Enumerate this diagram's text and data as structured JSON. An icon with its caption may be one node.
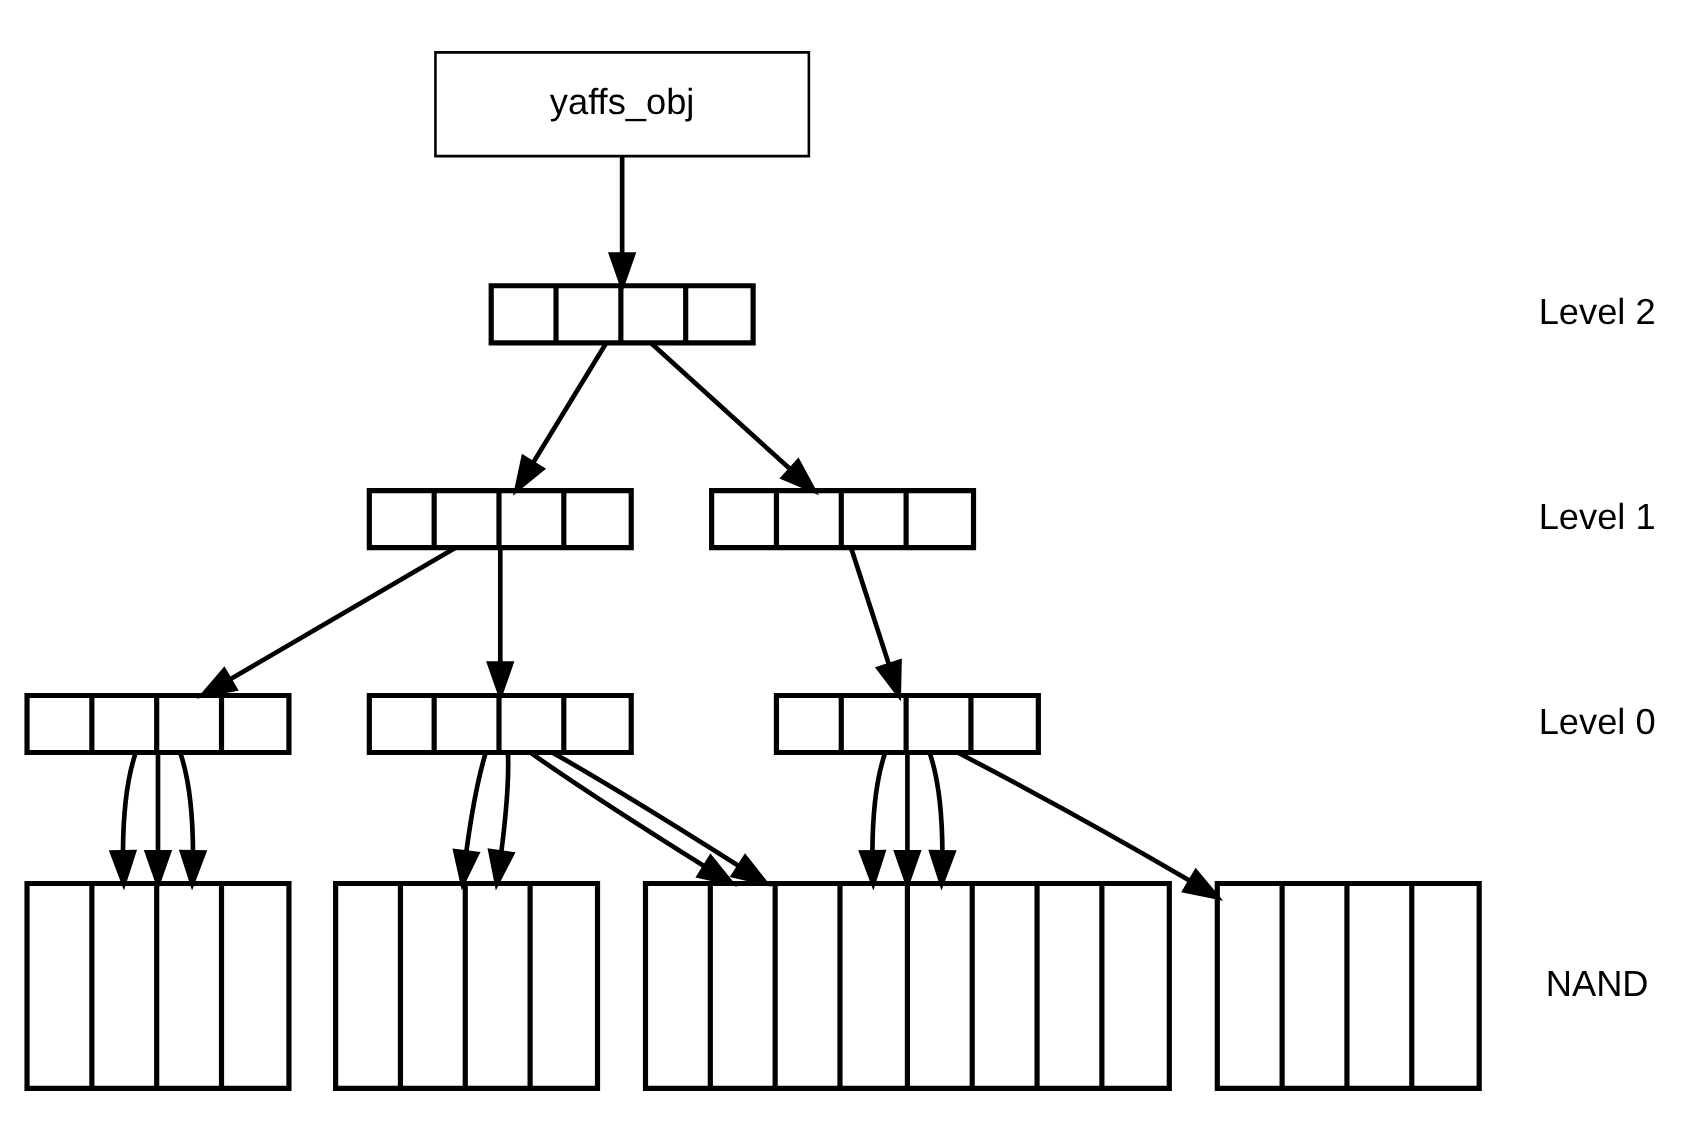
{
  "diagram": {
    "nodes": [
      {
        "text": [
          "yaffs_obj"
        ]
      },
      {
        "text": [],
        "shape": "box"
      },
      {
        "text": [],
        "shape": "box"
      },
      {
        "text": [],
        "shape": "box"
      },
      {
        "text": [],
        "shape": "box"
      },
      {
        "text": [],
        "shape": "box"
      },
      {
        "text": [],
        "shape": "box"
      },
      {
        "text": [],
        "shape": "box"
      },
      {
        "text": [],
        "shape": "box"
      },
      {
        "text": [],
        "shape": "box"
      },
      {
        "text": [],
        "shape": "box"
      }
    ],
    "edges": [
      {
        "from": 0,
        "to": 1,
        "arrow": "to"
      },
      {
        "from": 1,
        "to": 2,
        "arrow": "to"
      },
      {
        "from": 1,
        "to": 3,
        "arrow": "to"
      },
      {
        "from": 2,
        "to": 4,
        "arrow": "to"
      },
      {
        "from": 2,
        "to": 5,
        "arrow": "to"
      },
      {
        "from": 3,
        "to": 6,
        "arrow": "to"
      },
      {
        "from": 4,
        "to": 7,
        "arrow": "to"
      },
      {
        "from": 4,
        "to": 7,
        "arrow": "to"
      },
      {
        "from": 4,
        "to": 7,
        "arrow": "to"
      },
      {
        "from": 5,
        "to": 8,
        "arrow": "to"
      },
      {
        "from": 5,
        "to": 8,
        "arrow": "to"
      },
      {
        "from": 5,
        "to": 9,
        "arrow": "to"
      },
      {
        "from": 5,
        "to": 9,
        "arrow": "to"
      },
      {
        "from": 6,
        "to": 9,
        "arrow": "to"
      },
      {
        "from": 6,
        "to": 9,
        "arrow": "to"
      },
      {
        "from": 6,
        "to": 9,
        "arrow": "to"
      },
      {
        "from": 6,
        "to": 10,
        "arrow": "to"
      }
    ],
    "labels": [
      "Level 2",
      "Level 1",
      "Level 0",
      "NAND"
    ]
  }
}
